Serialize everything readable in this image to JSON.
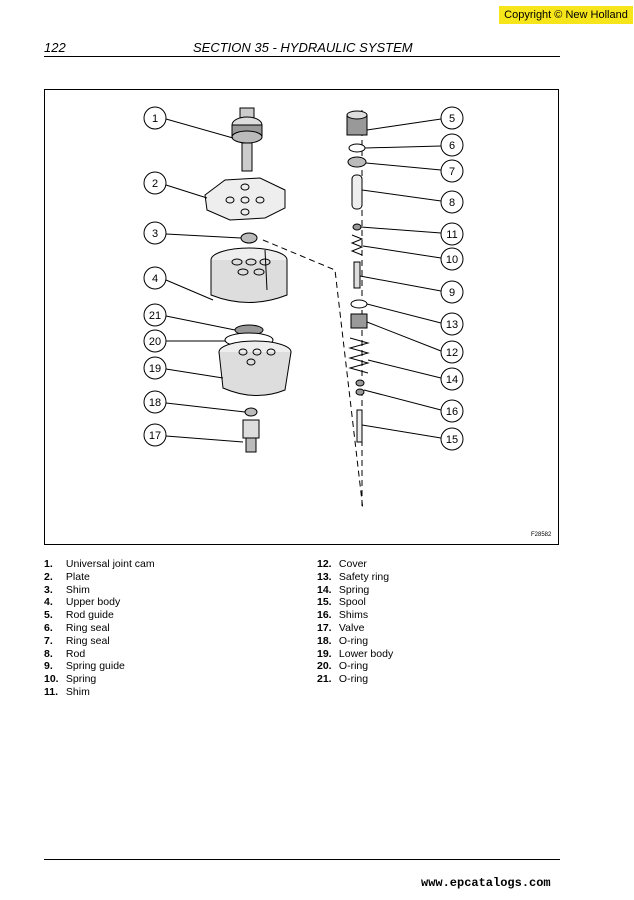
{
  "header": {
    "copyright": "Copyright © New Holland",
    "page_number": "122",
    "section_title": "SECTION 35 - HYDRAULIC SYSTEM"
  },
  "figure": {
    "code": "F28582",
    "callouts": [
      "1",
      "2",
      "3",
      "4",
      "21",
      "20",
      "19",
      "18",
      "17",
      "5",
      "6",
      "7",
      "8",
      "11",
      "10",
      "9",
      "13",
      "12",
      "14",
      "16",
      "15"
    ]
  },
  "legend": {
    "left": [
      {
        "num": "1.",
        "label": "Universal joint cam"
      },
      {
        "num": "2.",
        "label": "Plate"
      },
      {
        "num": "3.",
        "label": "Shim"
      },
      {
        "num": "4.",
        "label": "Upper body"
      },
      {
        "num": "5.",
        "label": "Rod guide"
      },
      {
        "num": "6.",
        "label": "Ring seal"
      },
      {
        "num": "7.",
        "label": "Ring seal"
      },
      {
        "num": "8.",
        "label": "Rod"
      },
      {
        "num": "9.",
        "label": "Spring guide"
      },
      {
        "num": "10.",
        "label": "Spring"
      },
      {
        "num": "11.",
        "label": "Shim"
      }
    ],
    "right": [
      {
        "num": "12.",
        "label": "Cover"
      },
      {
        "num": "13.",
        "label": "Safety ring"
      },
      {
        "num": "14.",
        "label": "Spring"
      },
      {
        "num": "15.",
        "label": "Spool"
      },
      {
        "num": "16.",
        "label": "Shims"
      },
      {
        "num": "17.",
        "label": "Valve"
      },
      {
        "num": "18.",
        "label": "O-ring"
      },
      {
        "num": "19.",
        "label": "Lower body"
      },
      {
        "num": "20.",
        "label": "O-ring"
      },
      {
        "num": "21.",
        "label": "O-ring"
      }
    ]
  },
  "footer": {
    "url": "www.epcatalogs.com"
  }
}
